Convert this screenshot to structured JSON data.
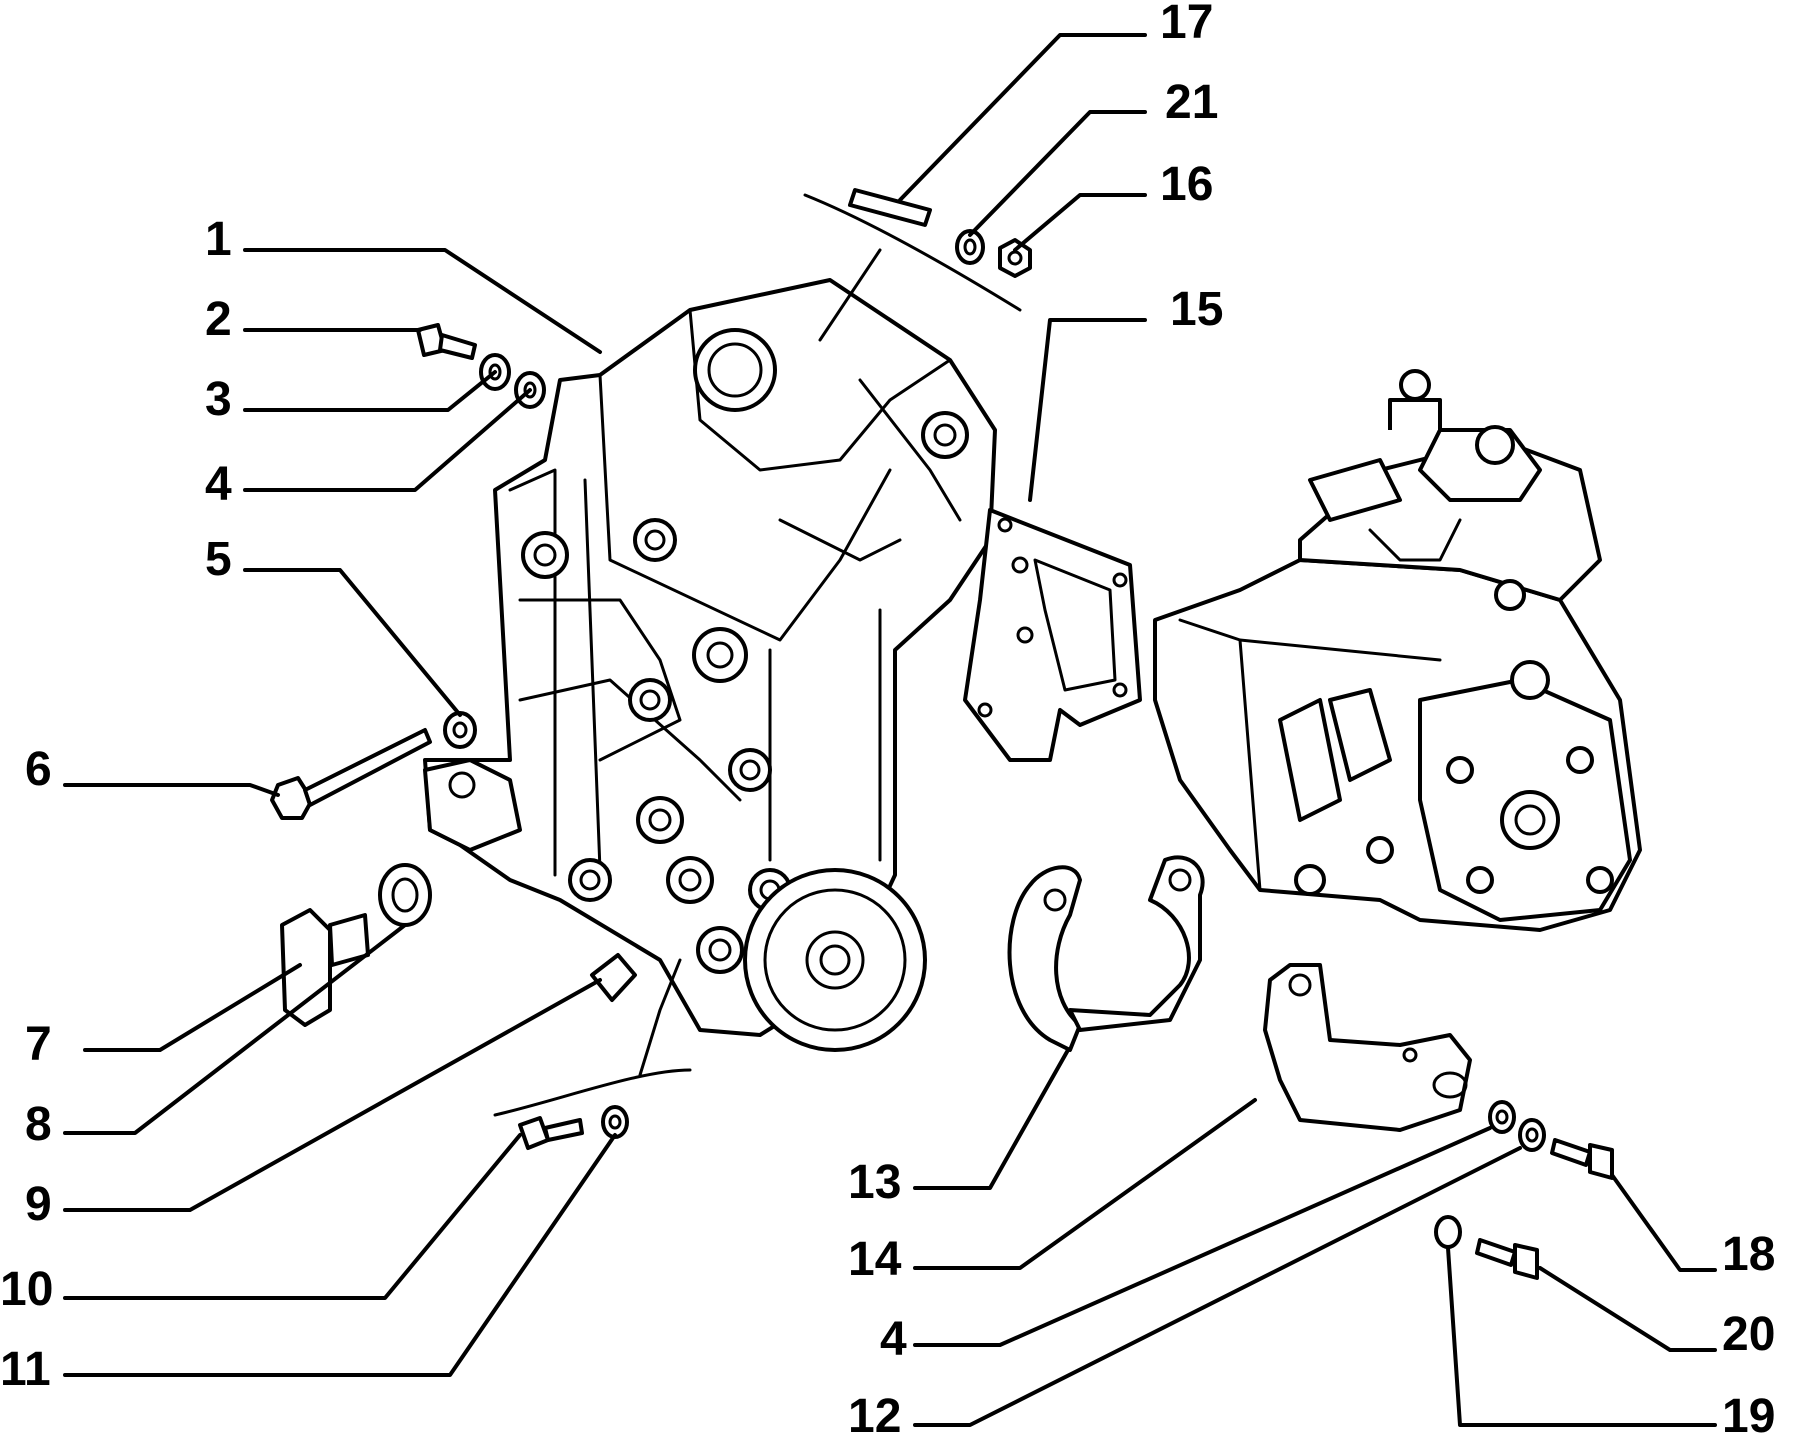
{
  "labels": {
    "l1": "1",
    "l2": "2",
    "l3": "3",
    "l4a": "4",
    "l5": "5",
    "l6": "6",
    "l7": "7",
    "l8": "8",
    "l9": "9",
    "l10": "10",
    "l11": "11",
    "l17": "17",
    "l21": "21",
    "l16": "16",
    "l15": "15",
    "l13": "13",
    "l14": "14",
    "l4b": "4",
    "l12": "12",
    "l18": "18",
    "l20": "20",
    "l19": "19"
  },
  "colors": {
    "ink": "#000000",
    "paper": "#ffffff"
  }
}
